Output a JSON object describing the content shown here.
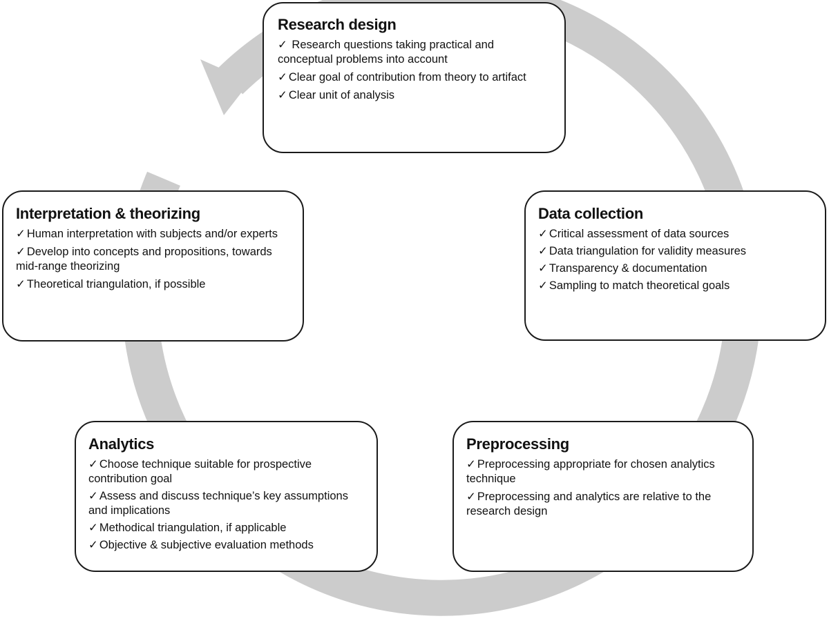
{
  "colors": {
    "cycle_ring": "#cccccc",
    "box_border": "#1a1a1a",
    "box_fill": "#ffffff",
    "text": "#111111"
  },
  "check_glyph": "✓",
  "stages": {
    "research_design": {
      "title": "Research design",
      "items": [
        " Research questions taking practical and conceptual problems into account",
        "Clear goal of contribution from theory to artifact",
        "Clear unit of analysis"
      ]
    },
    "data_collection": {
      "title": "Data collection",
      "items": [
        "Critical assessment of data sources",
        "Data triangulation for validity measures",
        "Transparency & documentation",
        "Sampling to match theoretical goals"
      ]
    },
    "preprocessing": {
      "title": "Preprocessing",
      "items": [
        "Preprocessing appropriate for chosen analytics technique",
        "Preprocessing and analytics are relative to the research design"
      ]
    },
    "analytics": {
      "title": "Analytics",
      "items": [
        "Choose technique suitable for prospective contribution goal",
        "Assess and discuss technique’s key assumptions and implications",
        "Methodical triangulation, if applicable",
        "Objective & subjective evaluation methods"
      ]
    },
    "interpretation": {
      "title": "Interpretation & theorizing",
      "items": [
        "Human interpretation with subjects and/or experts",
        "Develop into concepts and propositions, towards mid-range theorizing",
        "Theoretical triangulation, if possible"
      ]
    }
  }
}
